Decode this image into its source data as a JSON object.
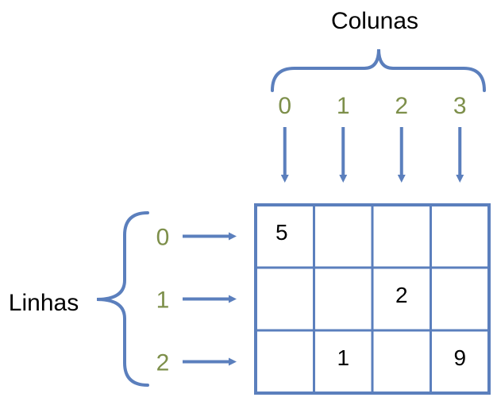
{
  "columns": {
    "title": "Colunas",
    "indices": [
      "0",
      "1",
      "2",
      "3"
    ]
  },
  "rows": {
    "title": "Linhas",
    "indices": [
      "0",
      "1",
      "2"
    ]
  },
  "matrix": [
    [
      "5",
      "",
      "",
      ""
    ],
    [
      "",
      "",
      "2",
      ""
    ],
    [
      "",
      "1",
      "",
      "9"
    ]
  ],
  "colors": {
    "accent": "#5b7fbd",
    "index": "#7d8f4a",
    "text": "#000000"
  },
  "icons": {
    "brace": "curly-brace-icon",
    "arrow": "arrow-icon"
  }
}
